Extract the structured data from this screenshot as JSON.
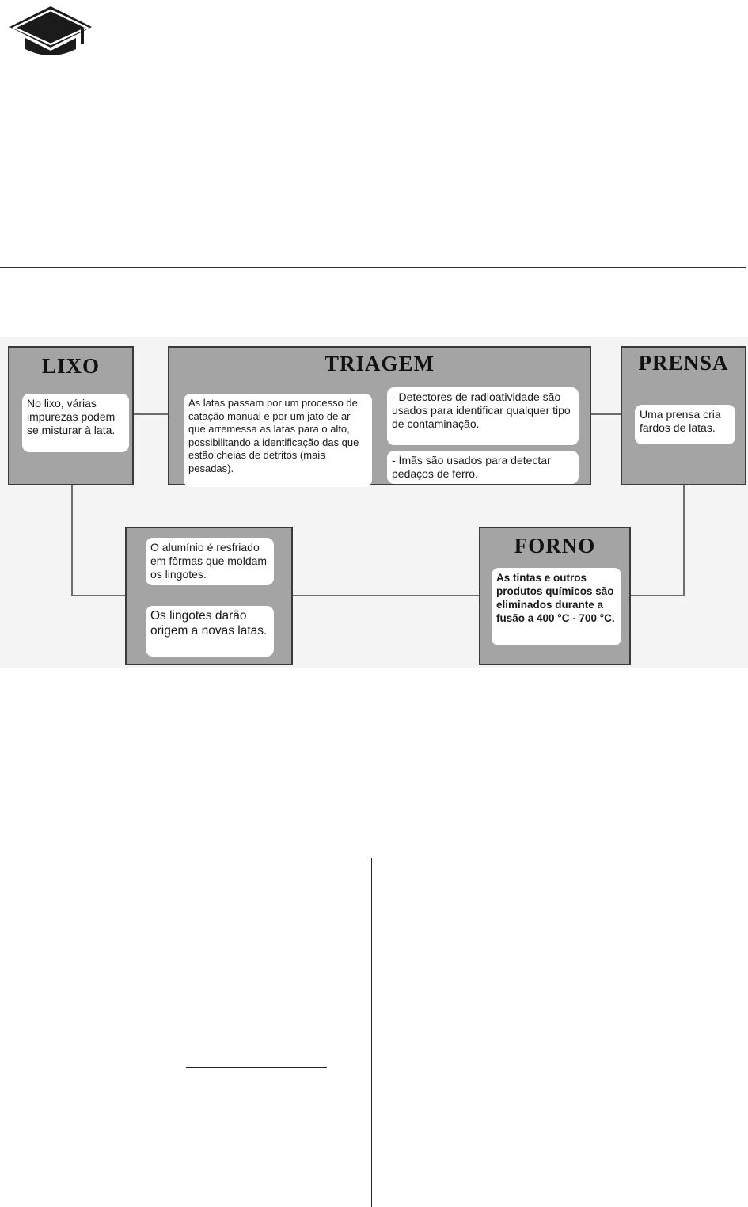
{
  "icons": {
    "header_icon": "graduation-cap-icon"
  },
  "colors": {
    "box_fill": "#a4a4a4",
    "box_border": "#3a3a3a",
    "note_fill": "#ffffff",
    "connector": "#6d6d6d",
    "diagram_bg": "#f4f4f4"
  },
  "diagram": {
    "lixo": {
      "title": "LIXO",
      "note": "No lixo, várias impurezas podem se misturar à lata."
    },
    "triagem": {
      "title": "TRIAGEM",
      "note_left": "As latas passam por um processo de catação manual e por um jato de ar que arremessa as latas para o alto, possibilitando a identificação das que estão cheias  de detritos (mais pesadas).",
      "note_right_1": "- Detectores de radioatividade são usados para identificar qualquer tipo de contaminação.",
      "note_right_2": "- Ímãs são usados para detectar pedaços de ferro."
    },
    "prensa": {
      "title": "PRENSA",
      "note": "Uma prensa cria fardos de latas."
    },
    "forno": {
      "title": "FORNO",
      "note": "As tintas e outros produtos químicos são eliminados durante a fusão a 400 °C - 700 °C."
    },
    "resfriamento": {
      "note_1": "O alumínio é resfriado em fôrmas que moldam os lingotes.",
      "note_2": "Os lingotes darão origem a novas latas."
    }
  }
}
